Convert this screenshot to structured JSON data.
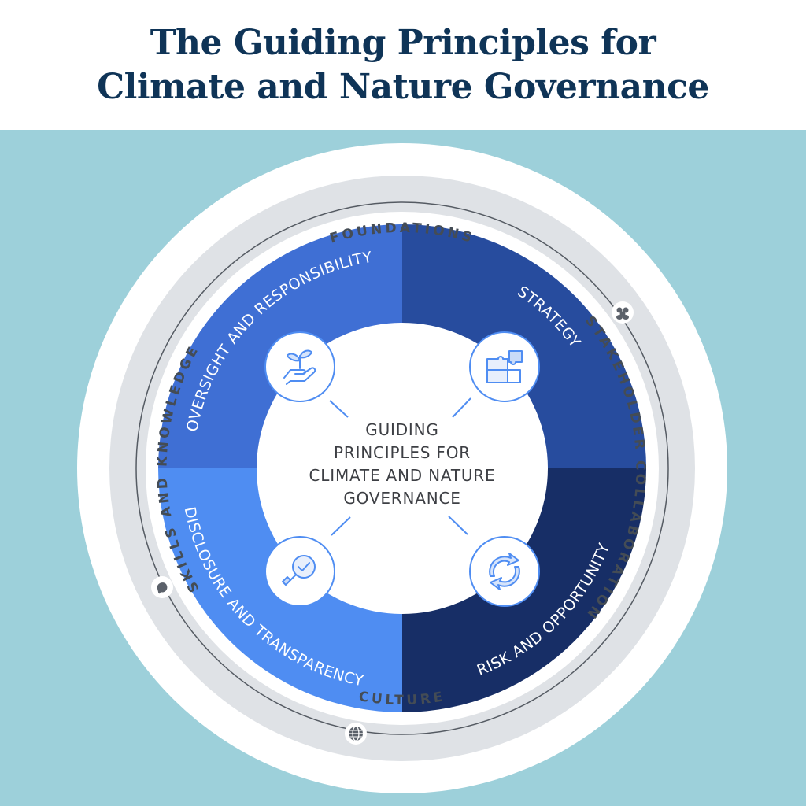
{
  "title": {
    "line1": "The Guiding Principles for",
    "line2": "Climate and Nature Governance"
  },
  "ring_labels": {
    "top": "FOUNDATIONS",
    "left": "SKILLS AND KNOWLEDGE",
    "right": "STAKEHOLDER COLLABORATION",
    "bottom": "CULTURE"
  },
  "ring_icons": {
    "right": "people-group-icon",
    "left": "brain-icon",
    "bottom": "globe-icon"
  },
  "quadrants": {
    "top_left": {
      "label": "OVERSIGHT AND RESPONSIBILITY",
      "icon": "plant-in-hand-icon",
      "color": "#3f6fd4"
    },
    "top_right": {
      "label": "STRATEGY",
      "icon": "puzzle-icon",
      "color": "#274c9e"
    },
    "bottom_left": {
      "label": "DISCLOSURE AND TRANSPARENCY",
      "icon": "magnifier-check-icon",
      "color": "#4f8df2"
    },
    "bottom_right": {
      "label": "RISK AND OPPORTUNITY",
      "icon": "refresh-cycle-icon",
      "color": "#172e66"
    }
  },
  "center": {
    "line1": "GUIDING",
    "line2": "PRINCIPLES FOR",
    "line3": "CLIMATE AND NATURE",
    "line4": "GOVERNANCE"
  },
  "colors": {
    "title": "#0f3457",
    "background": "#9dd0da",
    "ring": "#dfe2e6",
    "icon_stroke": "#4f8df2"
  }
}
